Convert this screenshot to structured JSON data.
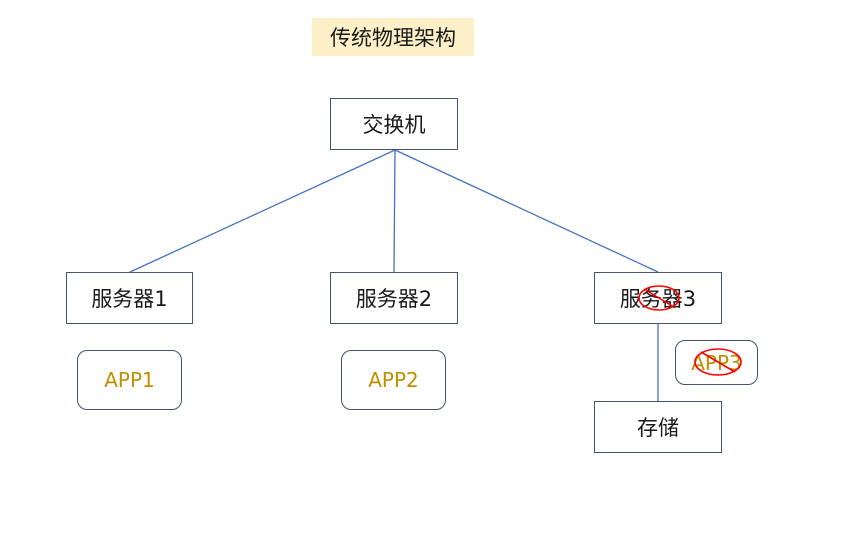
{
  "title": "传统物理架构",
  "switch_label": "交换机",
  "servers": [
    {
      "label": "服务器1",
      "app": "APP1",
      "failed": false
    },
    {
      "label": "服务器2",
      "app": "APP2",
      "failed": false
    },
    {
      "label": "服务器3",
      "app": "APP3",
      "failed": true
    }
  ],
  "storage_label": "存储",
  "colors": {
    "border": "#44546a",
    "connector": "#4472c4",
    "app_text": "#bf9000",
    "failure_mark": "#ff0000",
    "title_bg": "#fdf0c8"
  }
}
